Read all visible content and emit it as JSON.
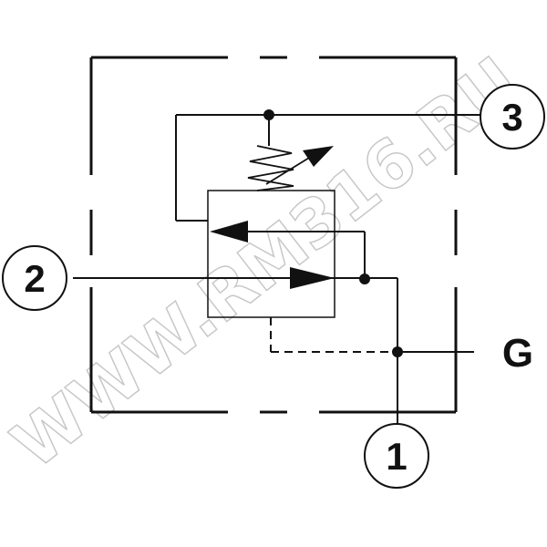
{
  "watermark": {
    "text": "WWW.RM316.RU"
  },
  "ports": {
    "p1": {
      "label": "1"
    },
    "p2": {
      "label": "2"
    },
    "p3": {
      "label": "3"
    },
    "g": {
      "label": "G"
    }
  },
  "colors": {
    "line": "#111111",
    "watermark": "#c8c8c8",
    "background": "#ffffff"
  }
}
